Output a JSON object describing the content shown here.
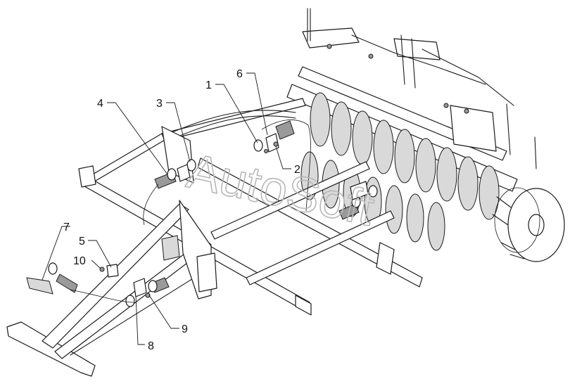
{
  "watermark": "AutoSoft",
  "callouts": [
    {
      "label": "1"
    },
    {
      "label": "2"
    },
    {
      "label": "3"
    },
    {
      "label": "4"
    },
    {
      "label": "5"
    },
    {
      "label": "6"
    },
    {
      "label": "7"
    },
    {
      "label": "8"
    },
    {
      "label": "9"
    },
    {
      "label": "10"
    }
  ]
}
